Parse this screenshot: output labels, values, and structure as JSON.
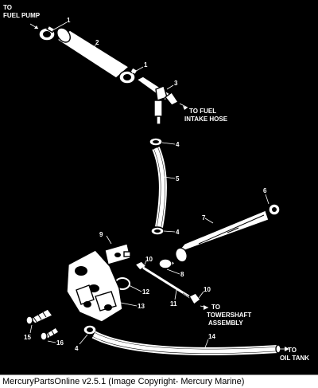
{
  "diagram": {
    "labels": {
      "to_fuel_pump_1": "TO",
      "to_fuel_pump_2": "FUEL PUMP",
      "to_fuel_intake_1": "TO FUEL",
      "to_fuel_intake_2": "INTAKE HOSE",
      "to_towershaft_1": "TO",
      "to_towershaft_2": "TOWERSHAFT",
      "to_towershaft_3": "ASSEMBLY",
      "to_oil_tank_1": "TO",
      "to_oil_tank_2": "OIL TANK"
    },
    "callouts": {
      "c1a": "1",
      "c2": "2",
      "c1b": "1",
      "c3": "3",
      "c4a": "4",
      "c5": "5",
      "c6": "6",
      "c7": "7",
      "c9": "9",
      "c4b": "4",
      "c10a": "10",
      "c8": "8",
      "c12": "12",
      "c10b": "10",
      "c11": "11",
      "c13": "13",
      "c15": "15",
      "c16": "16",
      "c4c": "4",
      "c14": "14"
    }
  },
  "caption": "MercuryPartsOnline v2.5.1 (Image Copyright- Mercury Marine)"
}
